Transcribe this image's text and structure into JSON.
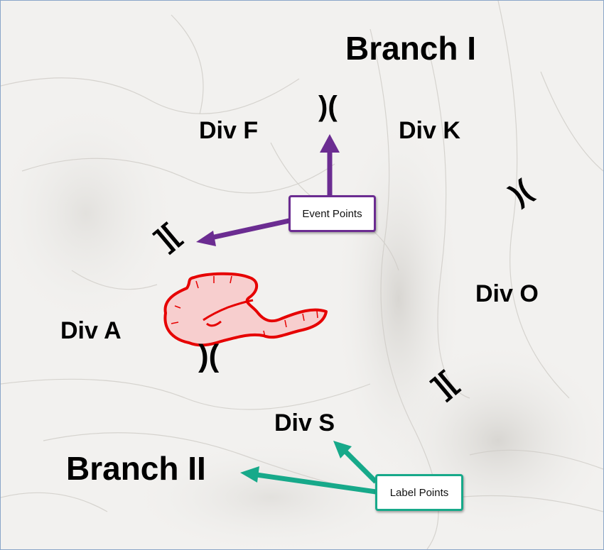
{
  "labels": {
    "branch_1": "Branch I",
    "branch_2": "Branch II",
    "div_f": "Div F",
    "div_k": "Div K",
    "div_o": "Div O",
    "div_a": "Div A",
    "div_s": "Div S"
  },
  "callouts": {
    "event_points": "Event Points",
    "label_points": "Label Points"
  },
  "symbols": {
    "break_symbol": ")(",
    "bracket_symbol": "]["
  },
  "colors": {
    "event_callout": "#6b2c91",
    "label_callout": "#17a98a",
    "fire_perimeter": "#e60000",
    "fire_fill": "#f8c8c8"
  }
}
